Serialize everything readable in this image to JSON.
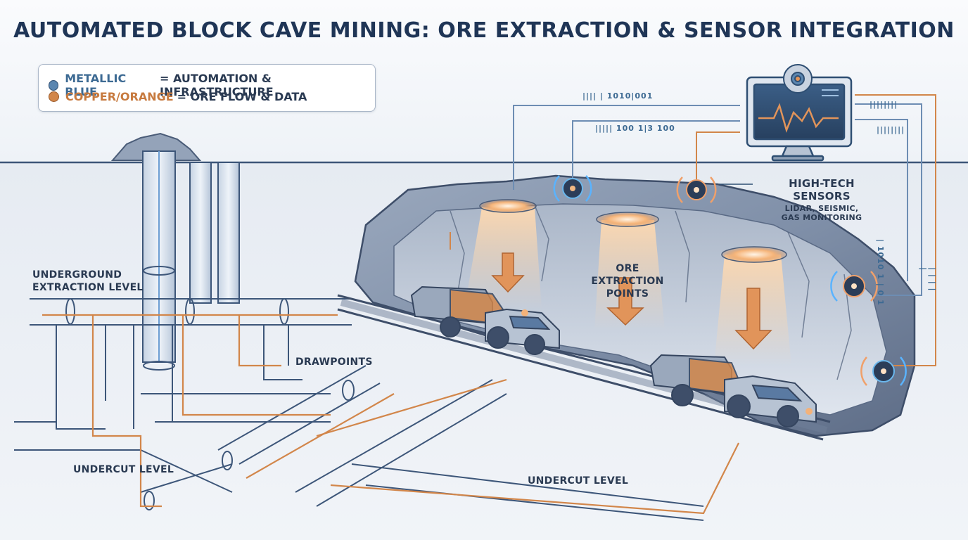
{
  "title": "AUTOMATED BLOCK CAVE MINING: ORE EXTRACTION & SENSOR INTEGRATION",
  "legend": {
    "items": [
      {
        "key": "METALLIC BLUE",
        "text": "= AUTOMATION & INFRASTRUCTURE",
        "color": "#5b86b0"
      },
      {
        "key": "COPPER/ORANGE",
        "text": "= ORE FLOW & DATA",
        "color": "#d2864a"
      }
    ]
  },
  "labels": {
    "underground_extraction": {
      "line1": "UNDERGROUND",
      "line2": "EXTRACTION LEVEL"
    },
    "drawpoints": "DRAWPOINTS",
    "undercut_left": "UNDERCUT LEVEL",
    "undercut_right": "UNDERCUT LEVEL",
    "ore_extraction": {
      "line1": "ORE EXTRACTION",
      "line2": "POINTS"
    },
    "sensors": {
      "title": "HIGH-TECH SENSORS",
      "line1": "LIDAR, SEISMIC,",
      "line2": "GAS MONITORING"
    }
  },
  "data_streams": {
    "top": "|||| | 1010|001",
    "middle": "||||| 100 1|3 100",
    "right_top": "||||||||",
    "right_mid": "||||||||",
    "vertical_right": "| 1010 1 | 0 1",
    "vertical_far": "| | | | |"
  },
  "colors": {
    "blue": "#5b86b0",
    "dark_blue": "#2f4f73",
    "orange": "#d2864a",
    "rock": "#8796ad",
    "rock_dark": "#5d6c85"
  }
}
